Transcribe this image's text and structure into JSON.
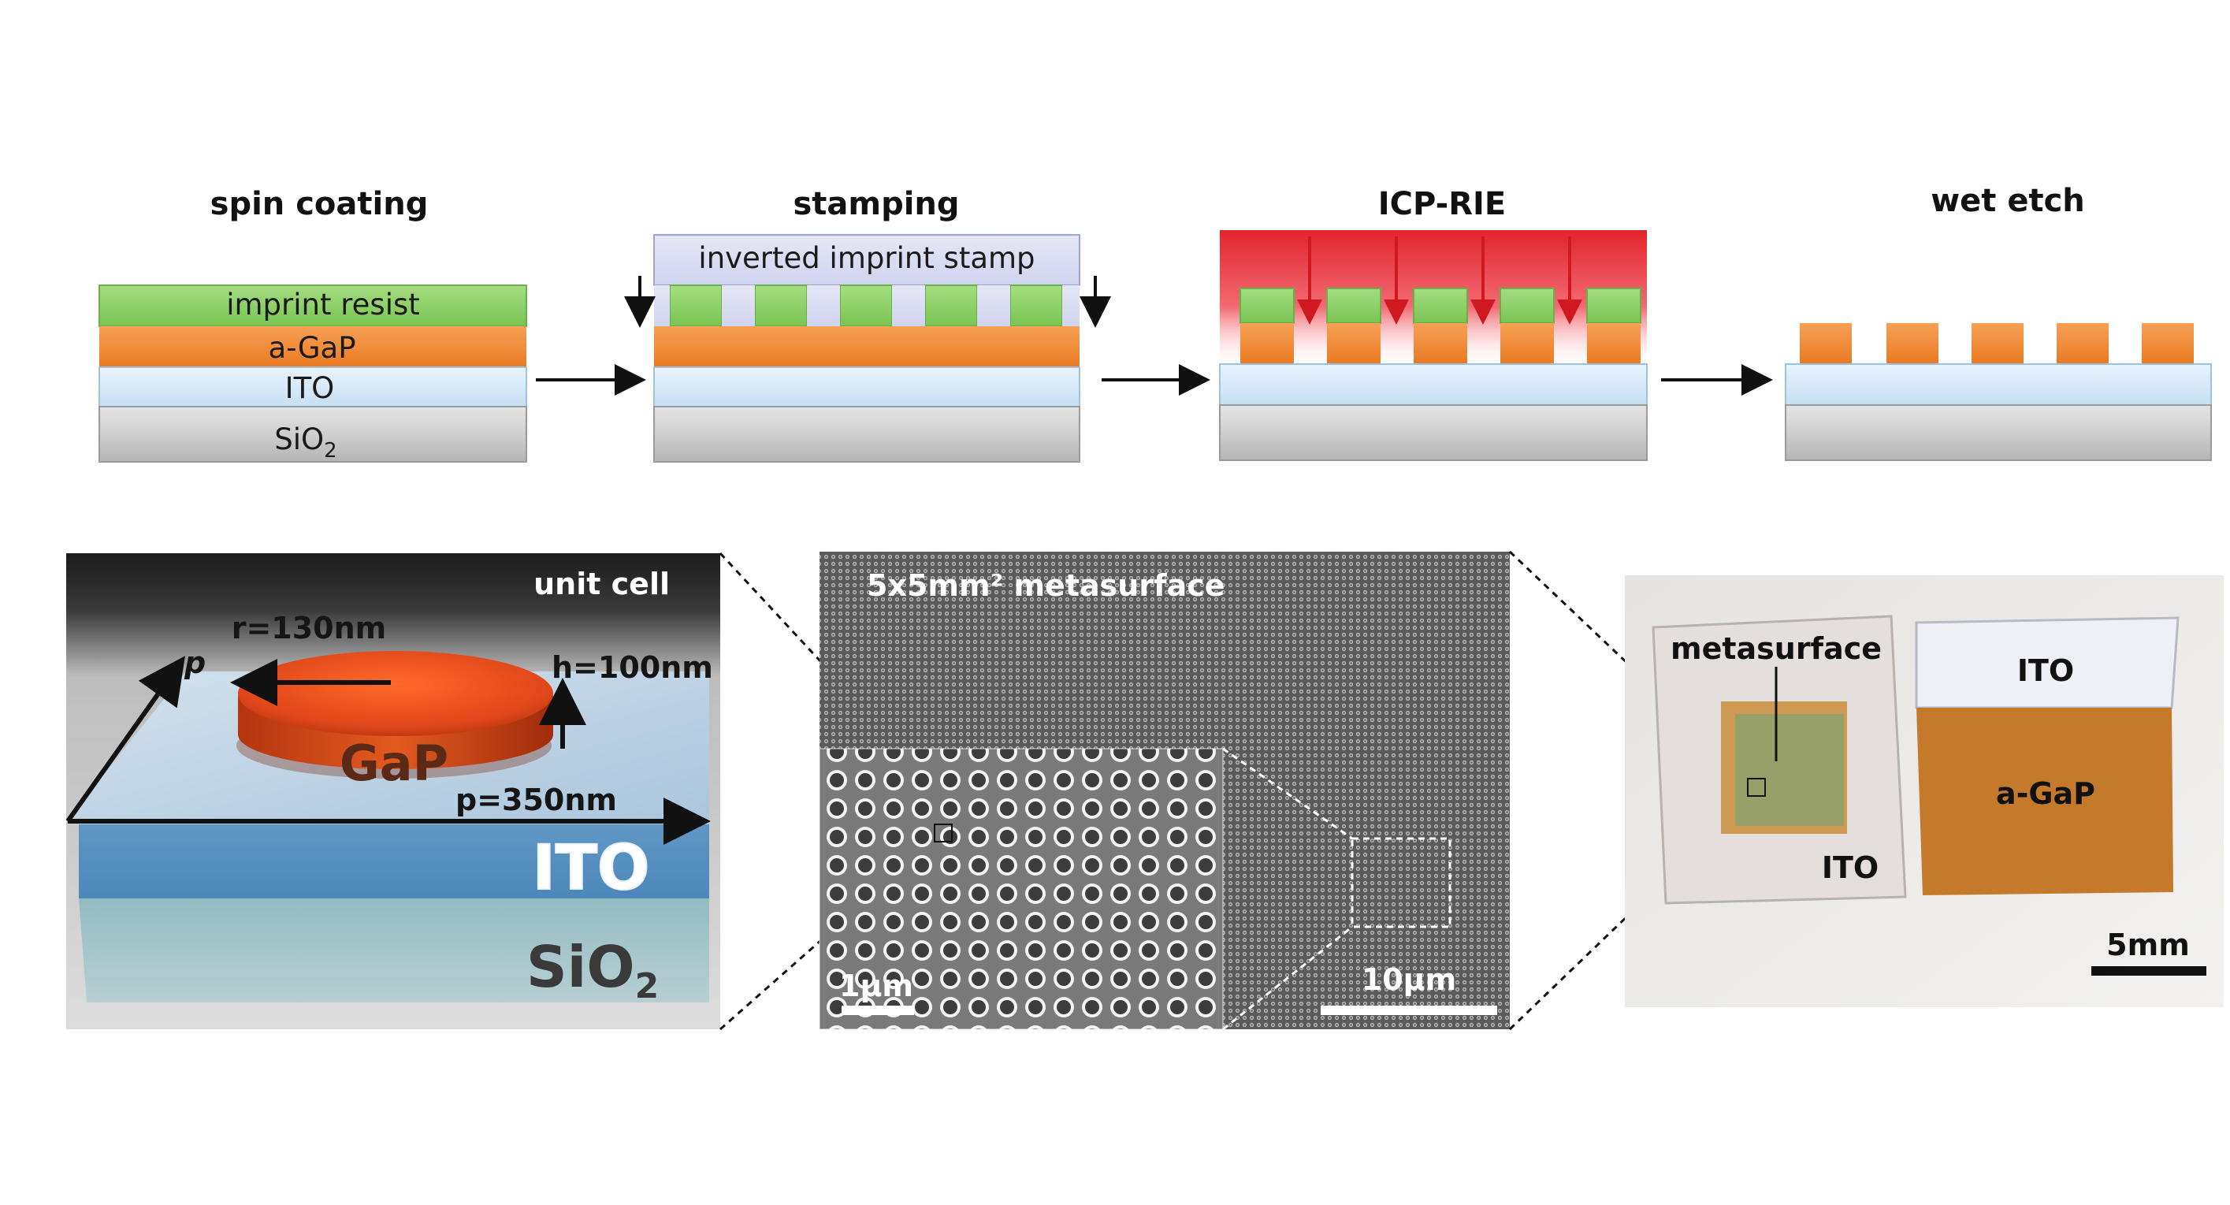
{
  "process_steps": {
    "spin_coating": {
      "title": "spin coating",
      "layers": {
        "resist": "imprint resist",
        "gap": "a-GaP",
        "ito": "ITO",
        "sio2": "SiO",
        "sio2_sub": "2"
      }
    },
    "stamping": {
      "title": "stamping",
      "stamp_label": "inverted imprint stamp"
    },
    "icp_rie": {
      "title": "ICP-RIE"
    },
    "wet_etch": {
      "title": "wet etch"
    }
  },
  "unit_cell": {
    "title": "unit cell",
    "radius": "r=130nm",
    "height": "h=100nm",
    "pitch": "p=350nm",
    "pitch_axis": "p",
    "disk": "GaP",
    "ito": "ITO",
    "sio2": "SiO",
    "sio2_sub": "2"
  },
  "sem": {
    "title": "5x5mm² metasurface",
    "scale_small": "1µm",
    "scale_large": "10µm"
  },
  "photo": {
    "metasurface": "metasurface",
    "ito_left": "ITO",
    "ito_right": "ITO",
    "agap": "a-GaP",
    "scale": "5mm"
  },
  "colors": {
    "resist": "#8fd16a",
    "gap": "#f0852e",
    "ito": "#d6e9f8",
    "substrate": "#c8c8c8",
    "etch": "#e8262e"
  }
}
